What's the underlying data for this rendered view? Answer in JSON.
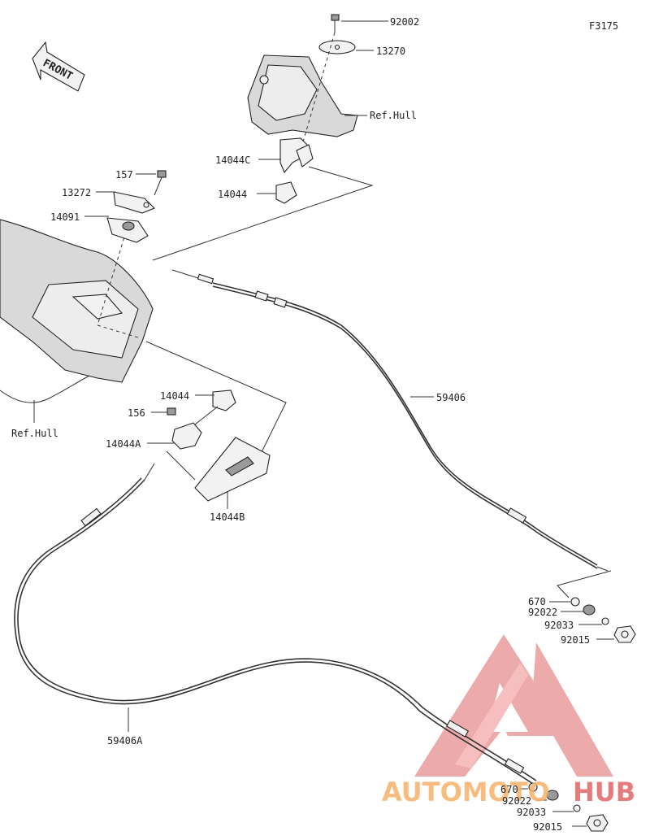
{
  "figure_code": "F3175",
  "front_label": "FRONT",
  "watermark": {
    "part1": "AUTOMOTO",
    "part2": "HUB",
    "color_orange": "#f6b26b",
    "color_red": "#e06666"
  },
  "labels": {
    "bolt_top": "92002",
    "plate_top": "13270",
    "ref_hull_top": "Ref.Hull",
    "holder_c": "14044C",
    "clip_top": "14044",
    "bolt_157": "157",
    "plate_13272": "13272",
    "seal_14091": "14091",
    "clip_mid": "14044",
    "bolt_156": "156",
    "holder_a": "14044A",
    "bracket_b": "14044B",
    "ref_hull_left": "Ref.Hull",
    "cable_upper": "59406",
    "cable_lower": "59406A",
    "u_670": "670",
    "u_92022": "92022",
    "u_92033": "92033",
    "u_92015": "92015",
    "l_670": "670",
    "l_92022": "92022",
    "l_92033": "92033",
    "l_92015": "92015"
  }
}
